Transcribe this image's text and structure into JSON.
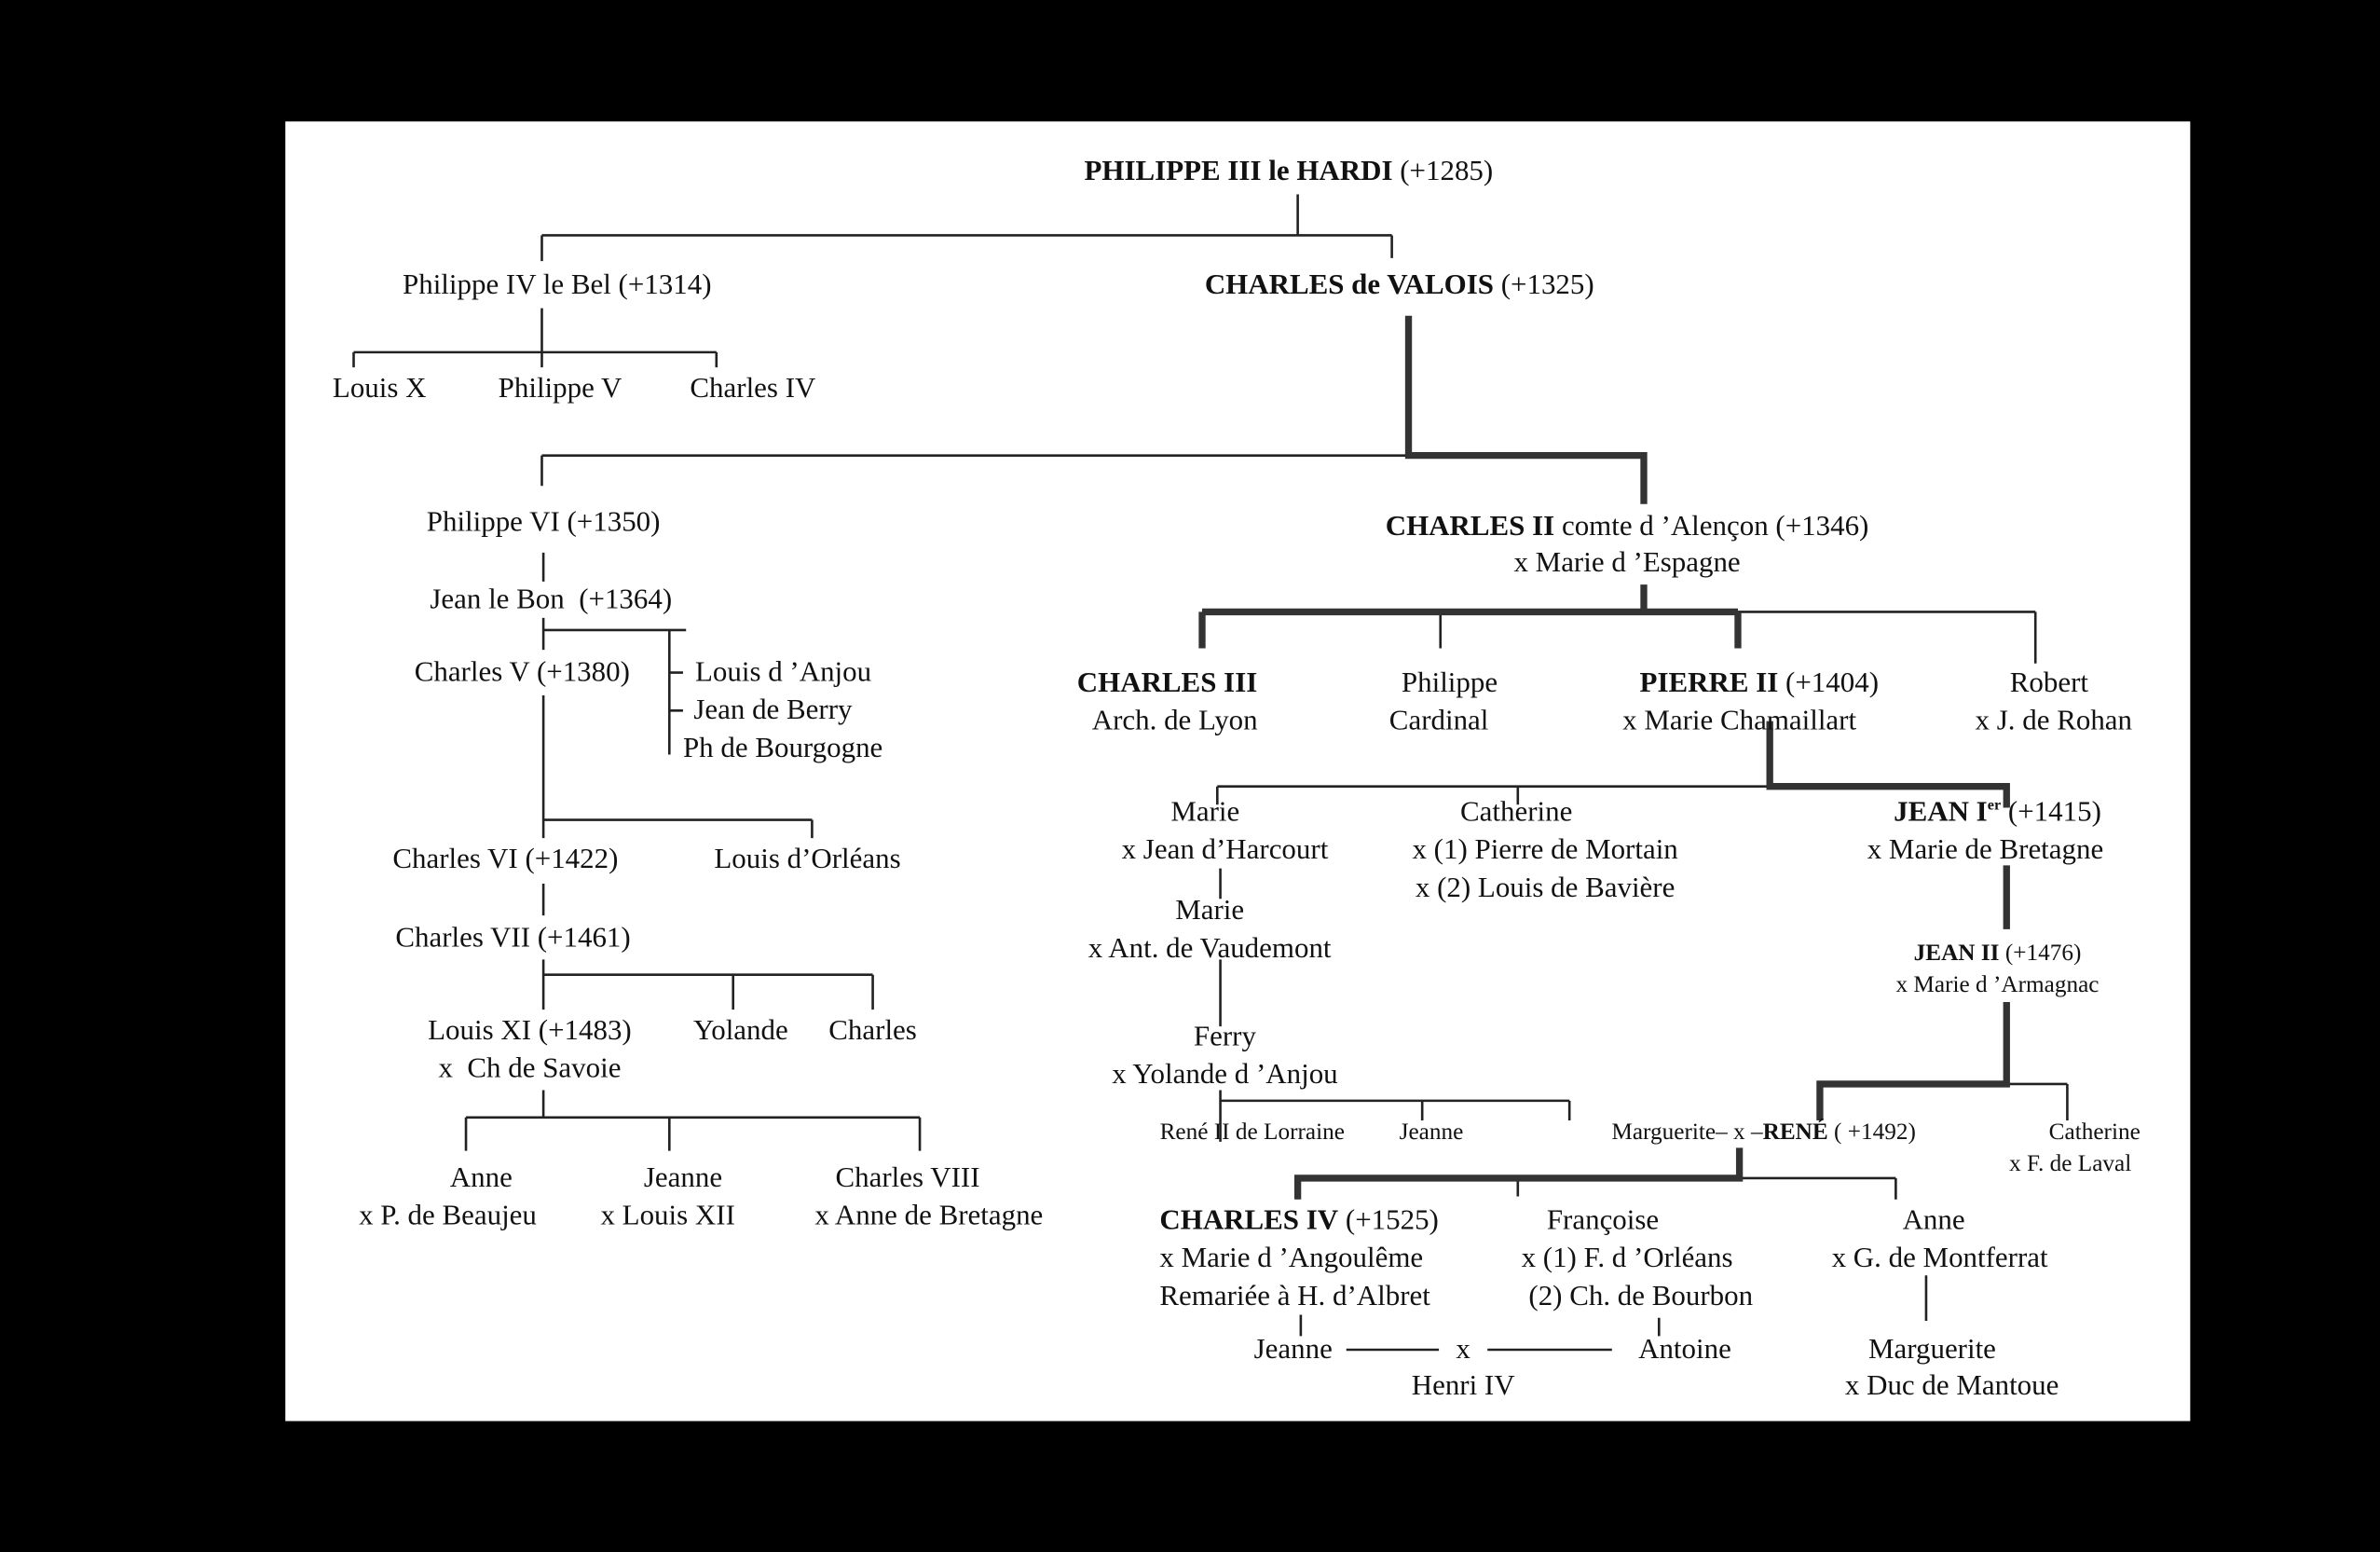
{
  "title": "PHILIPPE III le HARDI",
  "nodes": {
    "philippe_iii": {
      "name": "PHILIPPE III le HARDI",
      "dates": "(+1285)"
    },
    "philippe_iv": {
      "name": "Philippe IV le Bel (+1314)"
    },
    "charles_valois": {
      "name": "CHARLES de VALOIS",
      "dates": "(+1325)"
    },
    "louis_x": {
      "name": "Louis X"
    },
    "philippe_v": {
      "name": "Philippe V"
    },
    "charles_iv_fr": {
      "name": "Charles IV"
    },
    "philippe_vi": {
      "name": "Philippe VI (+1350)"
    },
    "jean_le_bon": {
      "name": "Jean le Bon  (+1364)"
    },
    "charles_v": {
      "name": "Charles V (+1380)"
    },
    "louis_anjou": {
      "name": "Louis d ’Anjou"
    },
    "jean_berry": {
      "name": "Jean de Berry"
    },
    "ph_bourgogne": {
      "name": "Ph de Bourgogne"
    },
    "charles_vi": {
      "name": "Charles VI (+1422)"
    },
    "louis_orleans": {
      "name": "Louis d’Orléans"
    },
    "charles_vii": {
      "name": "Charles VII (+1461)"
    },
    "louis_xi": {
      "name": "Louis XI (+1483)",
      "spouse": "x  Ch de Savoie"
    },
    "yolande": {
      "name": "Yolande"
    },
    "charles": {
      "name": "Charles"
    },
    "anne_beaujeu": {
      "name": "Anne",
      "spouse": "x P. de Beaujeu"
    },
    "jeanne_louis_xii": {
      "name": "Jeanne",
      "spouse": "x Louis XII"
    },
    "charles_viii": {
      "name": "Charles VIII",
      "spouse": "x Anne de Bretagne"
    },
    "charles_ii": {
      "name": "CHARLES II",
      "title": "comte d ’Alençon (+1346)",
      "spouse": "x Marie d ’Espagne"
    },
    "charles_iii": {
      "name": "CHARLES III",
      "detail": "Arch. de Lyon"
    },
    "philippe_cardinal": {
      "name": "Philippe",
      "detail": "Cardinal"
    },
    "pierre_ii": {
      "name": "PIERRE II",
      "dates": "(+1404)",
      "spouse": "x Marie Chamaillart"
    },
    "robert": {
      "name": "Robert",
      "spouse": "x J. de Rohan"
    },
    "marie_harcourt": {
      "name": "Marie",
      "spouse": "x Jean d’Harcourt"
    },
    "catherine_mortain": {
      "name": "Catherine",
      "spouse1": "x (1) Pierre de Mortain",
      "spouse2": "x (2) Louis de Bavière"
    },
    "jean_i": {
      "name": "JEAN I",
      "sup": "er",
      "dates": "(+1415)",
      "spouse": "x Marie de Bretagne"
    },
    "marie_vaudemont": {
      "name": "Marie",
      "spouse": "x Ant. de Vaudemont"
    },
    "jean_ii": {
      "name": "JEAN II",
      "dates": " (+1476)",
      "spouse": "x Marie d ’Armagnac"
    },
    "ferry": {
      "name": "Ferry",
      "spouse": "x Yolande d ’Anjou"
    },
    "rene_ii": {
      "name": "René II de Lorraine"
    },
    "jeanne_lorraine": {
      "name": "Jeanne"
    },
    "marguerite_rene": {
      "name": "Marguerite– x –",
      "rene": "RENÉ",
      "dates": " ( +1492)"
    },
    "catherine_laval": {
      "name": "Catherine",
      "spouse": "x F. de Laval"
    },
    "charles_iv_al": {
      "name": "CHARLES IV",
      "dates": "(+1525)",
      "spouse": "x Marie d ’Angoulême",
      "remarried": "Remariée à H. d’Albret"
    },
    "francoise": {
      "name": "Françoise",
      "spouse1": "x (1) F. d ’Orléans",
      "spouse2": "(2) Ch. de Bourbon"
    },
    "anne_montferrat": {
      "name": "Anne",
      "spouse": "x G. de Montferrat"
    },
    "jeanne_albret": {
      "name": "Jeanne"
    },
    "marriage_x": {
      "name": "x"
    },
    "antoine": {
      "name": "Antoine"
    },
    "henri_iv": {
      "name": "Henri IV"
    },
    "marguerite_mantoue": {
      "name": "Marguerite",
      "spouse": "x Duc de Mantoue"
    }
  }
}
